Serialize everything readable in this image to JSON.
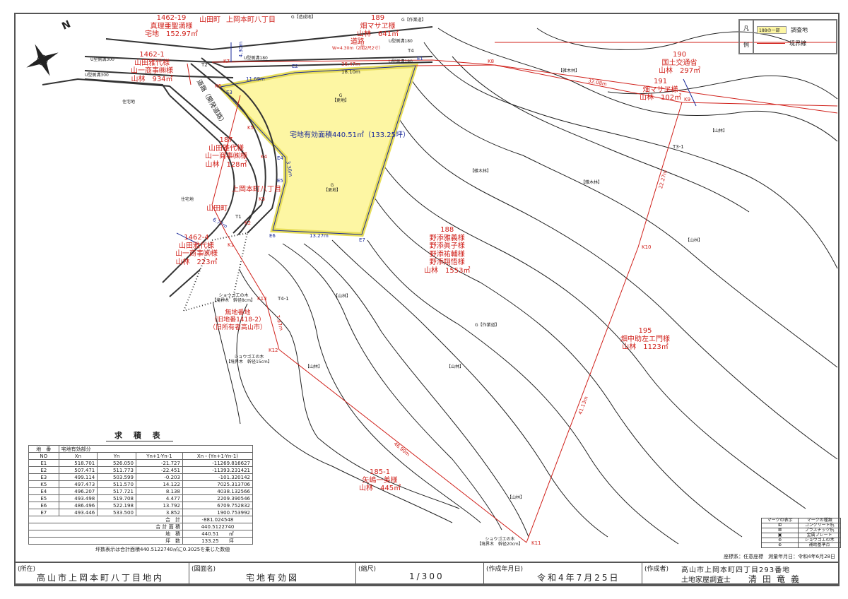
{
  "legend": {
    "title_chars": [
      "凡",
      "例"
    ],
    "survey_swatch": "188の一部",
    "survey_label": "調査地",
    "boundary_label": "境界線",
    "boundary_color": "#d0201a",
    "survey_color": "#fdf6a3"
  },
  "north": "N",
  "parcels": [
    {
      "id": "p1462_19",
      "lines": [
        "1462-19",
        "真理亜聖満様",
        "宅地　152.97㎡"
      ]
    },
    {
      "id": "p189",
      "lines": [
        "189",
        "畑マサヱ様",
        "山林　641㎡"
      ]
    },
    {
      "id": "p1462_1",
      "lines": [
        "1462-1",
        "山田雅代様",
        "山一商事㈱様",
        "山林　934㎡"
      ]
    },
    {
      "id": "p190",
      "lines": [
        "190",
        "国土交通省",
        "山林　297㎡"
      ]
    },
    {
      "id": "p191",
      "lines": [
        "191",
        "畑マサヱ様",
        "山林　102㎡"
      ]
    },
    {
      "id": "p187",
      "lines": [
        "187",
        "山田雅代様",
        "山一商事㈱様",
        "山林　128㎡"
      ]
    },
    {
      "id": "p1462_4",
      "lines": [
        "1462-4",
        "山田雅代様",
        "山一商事㈱様",
        "山林　223㎡"
      ]
    },
    {
      "id": "p188",
      "lines": [
        "188",
        "野添雅義様",
        "野添眞子様",
        "野添祐輔様",
        "野添翔悟様",
        "山林　1553㎡"
      ]
    },
    {
      "id": "nochiban",
      "lines": [
        "無地番地",
        "（旧地番1418-2）",
        "（旧所有者高山市）"
      ]
    },
    {
      "id": "p195",
      "lines": [
        "195",
        "畑中助左エ門様",
        "山林　1123㎡"
      ]
    },
    {
      "id": "p185_1",
      "lines": [
        "185-1",
        "矢嶋一美様",
        "山林　445㎡"
      ]
    }
  ],
  "towns": {
    "yamada": "山田町",
    "kamioka": "上岡本町八丁目"
  },
  "road": {
    "title": "道路",
    "width": "W=4.30m（2間2尺2寸）",
    "dev_road": "道路（開発道路）",
    "gutter300": "U型側溝300",
    "gutter180": "U型側溝180"
  },
  "effective_area": "宅地有効面積440.51㎡（133.25坪）",
  "landuse": {
    "sarachi": "G\n【更地】",
    "zouseichi": "G【造成地】",
    "sagyoudou": "G【作業道】",
    "zoukibayashi": "【雑木林】",
    "sanrin": "【山林】",
    "jutakuchi": "住宅地"
  },
  "trees": [
    {
      "name": "ショウゴエの木",
      "desc": "【境界木　幹径8cm】"
    },
    {
      "name": "ショウゴエの木",
      "desc": "【境界木　幹径15cm】"
    },
    {
      "name": "ショウゴエの木",
      "desc": "【境界木　幹径20cm】"
    }
  ],
  "points": {
    "E1": "E1",
    "E2": "E2",
    "E3": "E3",
    "E4": "E4",
    "E5": "E5",
    "E6": "E6",
    "E7": "E7",
    "K1": "K1",
    "K2": "K2",
    "K3": "K3",
    "K4": "K4",
    "K5": "K5",
    "K6": "K6",
    "K7": "K7",
    "K8": "K8",
    "K9": "K9",
    "K10": "K10",
    "K11": "K11",
    "K12": "K12",
    "K13": "K13",
    "T1": "T1",
    "T2": "T2",
    "T4": "T4",
    "T3_1": "T3-1",
    "T4_1": "T4-1"
  },
  "distances": {
    "d1810": "18.10m",
    "d3647": "36.47m",
    "d1169": "11.69m",
    "d430": "4.30m",
    "d3208": "32.08m",
    "d1327": "13.27m",
    "d677": "6.77m",
    "d197": "7.97m",
    "d4690": "46.90m",
    "d2227": "22.27m",
    "d4113": "41.13m",
    "d336": "3.36m"
  },
  "calc_table": {
    "title": "求 積 表",
    "chiban_label": "地　番",
    "chiban_value": "宅地有効部分",
    "headers": [
      "NO",
      "Xn",
      "Yn",
      "Yn+1-Yn-1",
      "Xn・(Yn+1-Yn-1)"
    ],
    "rows": [
      [
        "E1",
        "518.701",
        "526.050",
        "-21.727",
        "-11269.816627"
      ],
      [
        "E2",
        "507.471",
        "511.773",
        "-22.451",
        "-11393.231421"
      ],
      [
        "E3",
        "499.114",
        "503.599",
        "-0.203",
        "-101.320142"
      ],
      [
        "K5",
        "497.473",
        "511.570",
        "14.122",
        "7025.313706"
      ],
      [
        "E4",
        "496.207",
        "517.721",
        "8.138",
        "4038.132566"
      ],
      [
        "E5",
        "493.498",
        "519.708",
        "4.477",
        "2209.390546"
      ],
      [
        "E6",
        "486.496",
        "522.198",
        "13.792",
        "6709.752832"
      ],
      [
        "E7",
        "493.446",
        "533.500",
        "3.852",
        "1900.753992"
      ]
    ],
    "sum_label": "合　計",
    "sum_value": "-881.024548",
    "total_area_label": "合 計 面 積",
    "total_area_value": "440.5122740",
    "chiseki_label": "地　積",
    "chiseki_value": "440.51",
    "chiseki_unit": "㎡",
    "tsubo_label": "坪　数",
    "tsubo_value": "133.25",
    "tsubo_unit": "坪",
    "note": "坪数表示は合計面積440.5122740㎡に0.3025を乗じた数値"
  },
  "mark_legend": {
    "headers": [
      "マークの表示",
      "マークの種類"
    ],
    "rows": [
      {
        "symbol": "⊞",
        "label": "コンクリート杭"
      },
      {
        "symbol": "⊠",
        "label": "プラスチック杭"
      },
      {
        "symbol": "▣",
        "label": "金属プレート"
      },
      {
        "symbol": "⊛",
        "label": "ショウゴエの木"
      },
      {
        "symbol": "⊕",
        "label": "補助基準点"
      }
    ]
  },
  "coord_note": "座標系：任意座標　測量年月日：令和4年6月28日",
  "title_block": {
    "location_cap": "(所在)",
    "location": "高山市上岡本町八丁目地内",
    "drawing_cap": "(図面名)",
    "drawing": "宅地有効図",
    "scale_cap": "(縮尺)",
    "scale": "1/300",
    "date_cap": "(作成年月日)",
    "date": "令和4年7月25日",
    "author_cap": "(作成者)",
    "author_address": "高山市上岡本町四丁目293番地",
    "author_title": "土地家屋調査士",
    "author_name": "清田竜義"
  }
}
